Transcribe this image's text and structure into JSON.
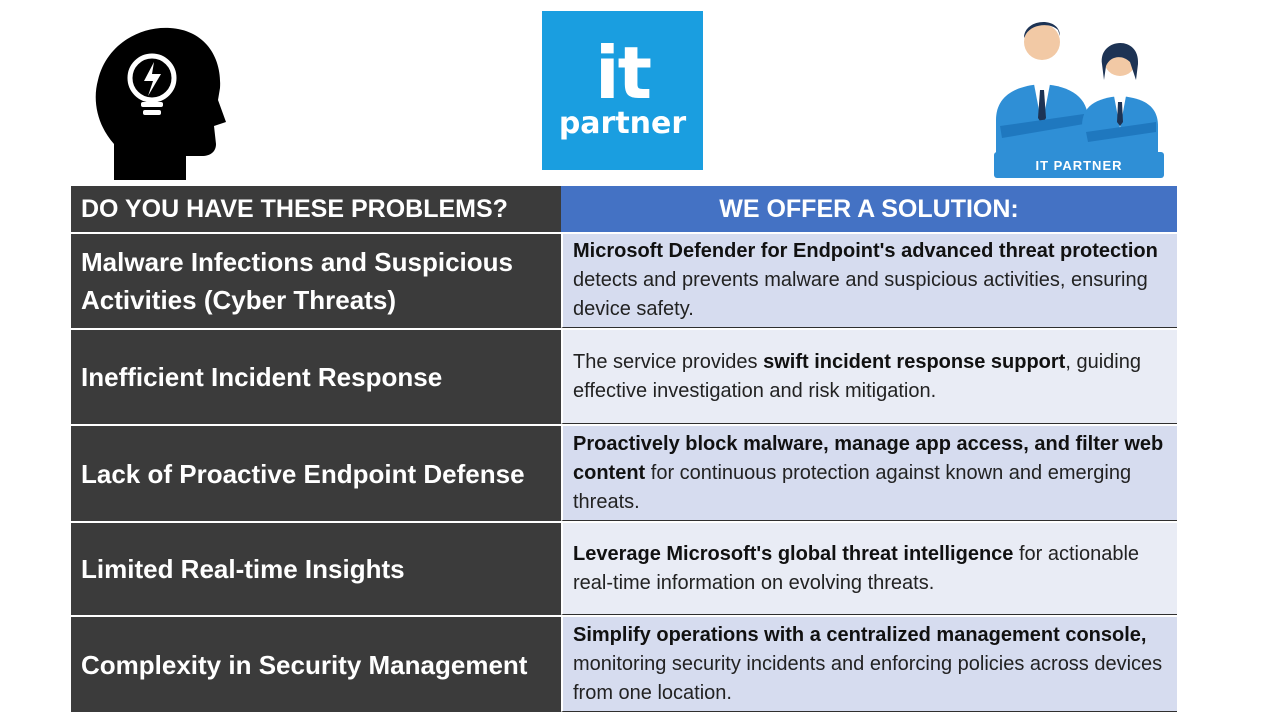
{
  "logo": {
    "line1": "it",
    "line2": "partner"
  },
  "people_badge": "IT PARTNER",
  "table": {
    "header_left": "DO YOU HAVE THESE PROBLEMS?",
    "header_right": "WE OFFER A SOLUTION:",
    "rows": [
      {
        "problem": "Malware Infections and Suspicious Activities (Cyber Threats)",
        "pre": "",
        "bold": "Microsoft Defender for Endpoint's advanced threat protection",
        "post": " detects and prevents malware and suspicious activities, ensuring device safety."
      },
      {
        "problem": "Inefficient Incident Response",
        "pre": "The service provides ",
        "bold": "swift incident response support",
        "post": ", guiding effective investigation and risk mitigation."
      },
      {
        "problem": "Lack of Proactive Endpoint Defense",
        "pre": "",
        "bold": "Proactively block malware, manage app access, and filter web content",
        "post": " for continuous protection against known and emerging threats."
      },
      {
        "problem": "Limited Real-time Insights",
        "pre": "",
        "bold": "Leverage Microsoft's global threat intelligence",
        "post": " for actionable real-time information on evolving threats."
      },
      {
        "problem": "Complexity in Security Management",
        "pre": "",
        "bold": "Simplify operations with a centralized management console,",
        "post": " monitoring security incidents and enforcing policies across devices from one location."
      }
    ]
  }
}
